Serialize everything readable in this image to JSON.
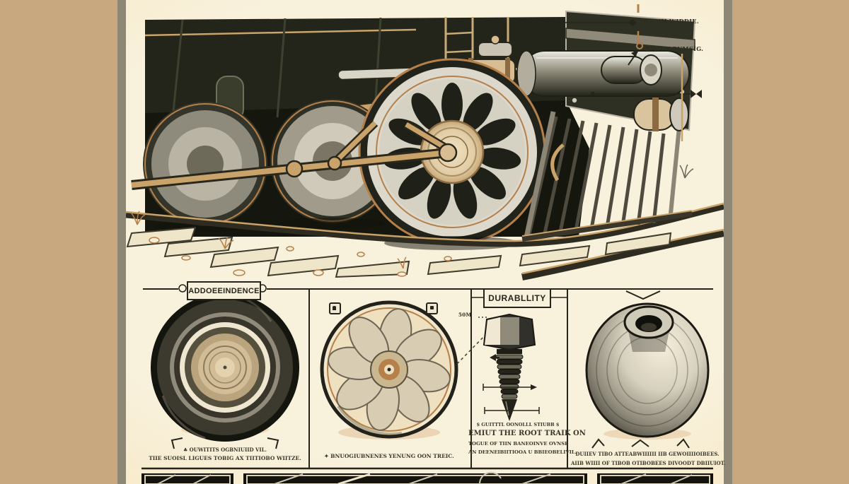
{
  "artwork": {
    "description": "Vintage engraving-style illustration of a steam locomotive undercarriage with detail panels",
    "colors": {
      "outer_background": "#c8a87e",
      "edge_strip": "#8d8875",
      "paper": "#f8f1dc",
      "paper_glow": "#f7d9a9",
      "ink": "#26251b",
      "copper_accent": "#b5804a",
      "tan_metal": "#c9a36a",
      "silver_metal": "#d8d4c6"
    }
  },
  "main_scene": {
    "callout_labels": [
      {
        "text": "HUMII WIDDIE."
      },
      {
        "text": "BMIUN PUMSIG."
      }
    ]
  },
  "detail_panels": [
    {
      "id": "adherence",
      "title": "ADDOEEINDENCE",
      "caption_line1": "♣ OUWITITS OGBNIUIID VIL.",
      "caption_line2": "TIIE SUOISL LIGUES TOBIG AX TIITIOBO WIITZE."
    },
    {
      "id": "spoked-wheel",
      "caption": "✦ BNUOGIUBNENES YENUNG OON TREIC."
    },
    {
      "id": "durability",
      "title": "DURABLLITY",
      "dim_label": "50M",
      "text_line1": "$ GUITTTL OONOLLL STIUBB $",
      "text_line2": "EMIUT THE ROOT TRAIK ON",
      "text_line3": "TOGUE OF TIIN BANEOINVE OVNSE",
      "text_line4": "AN DEENEIBIITIOOA U BBIEOBELIVIL."
    },
    {
      "id": "cone",
      "caption_line1": "DUIIEV TIBO ATTEABWIIIIII IIB GEWOIIIIOIBEES.",
      "caption_line2": "AIIB WIIII OF TIBOB OTIBOBEES DIVOODT DBIIUIOT."
    }
  ]
}
